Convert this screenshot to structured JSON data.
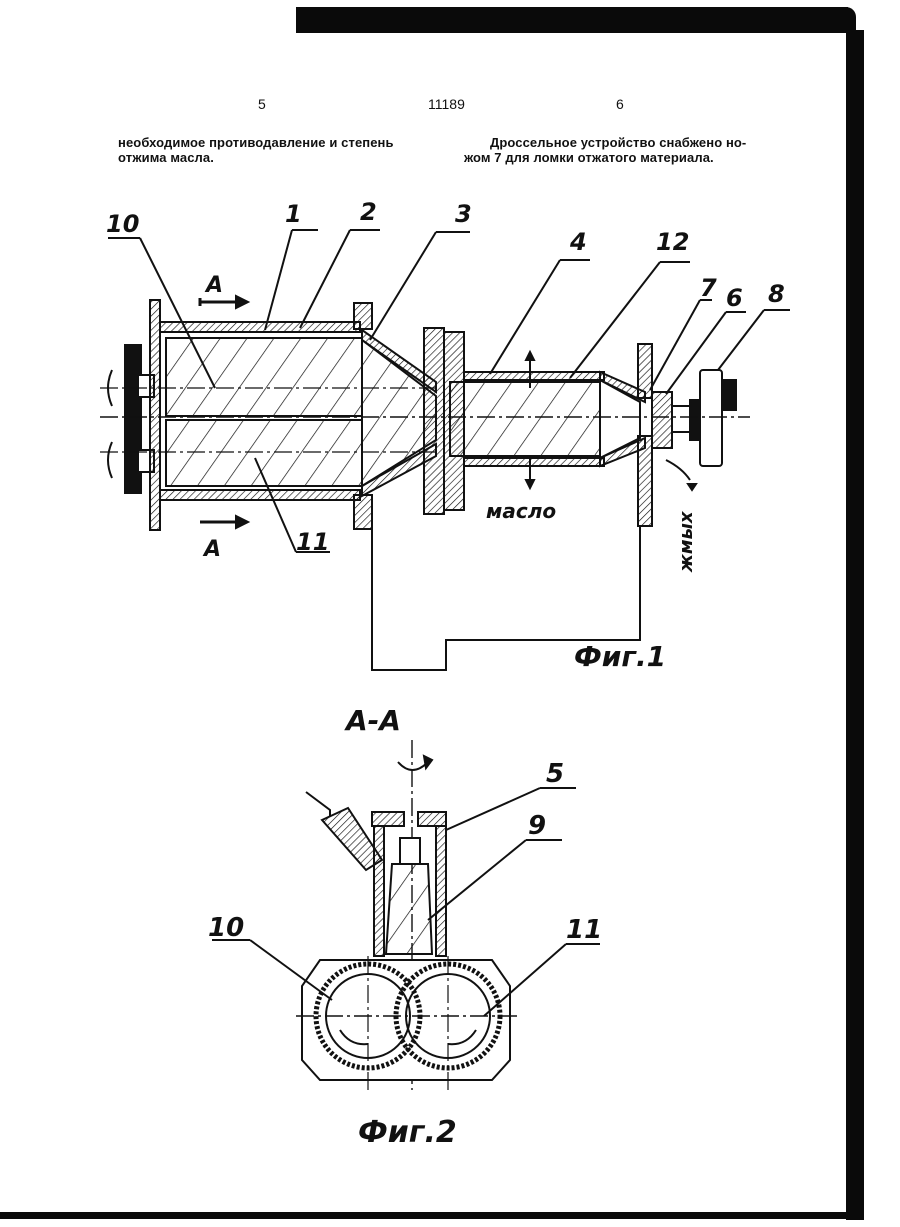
{
  "header": {
    "page_left": "5",
    "patent_number": "11189",
    "page_right": "6"
  },
  "text": {
    "left_column": [
      "необходимое противодавление и степень",
      "отжима масла."
    ],
    "right_column": [
      "Дроссельное устройство снабжено но-",
      "жом 7 для ломки отжатого материала."
    ]
  },
  "fig1": {
    "caption": "Фиг.1",
    "labels": [
      "1",
      "2",
      "3",
      "4",
      "12",
      "7",
      "6",
      "8",
      "10",
      "11"
    ],
    "section_mark": "А",
    "oil_label": "масло",
    "cake_label": "жмых"
  },
  "fig2": {
    "section_title": "А-А",
    "caption": "Фиг.2",
    "labels": [
      "5",
      "9",
      "10",
      "11"
    ]
  }
}
